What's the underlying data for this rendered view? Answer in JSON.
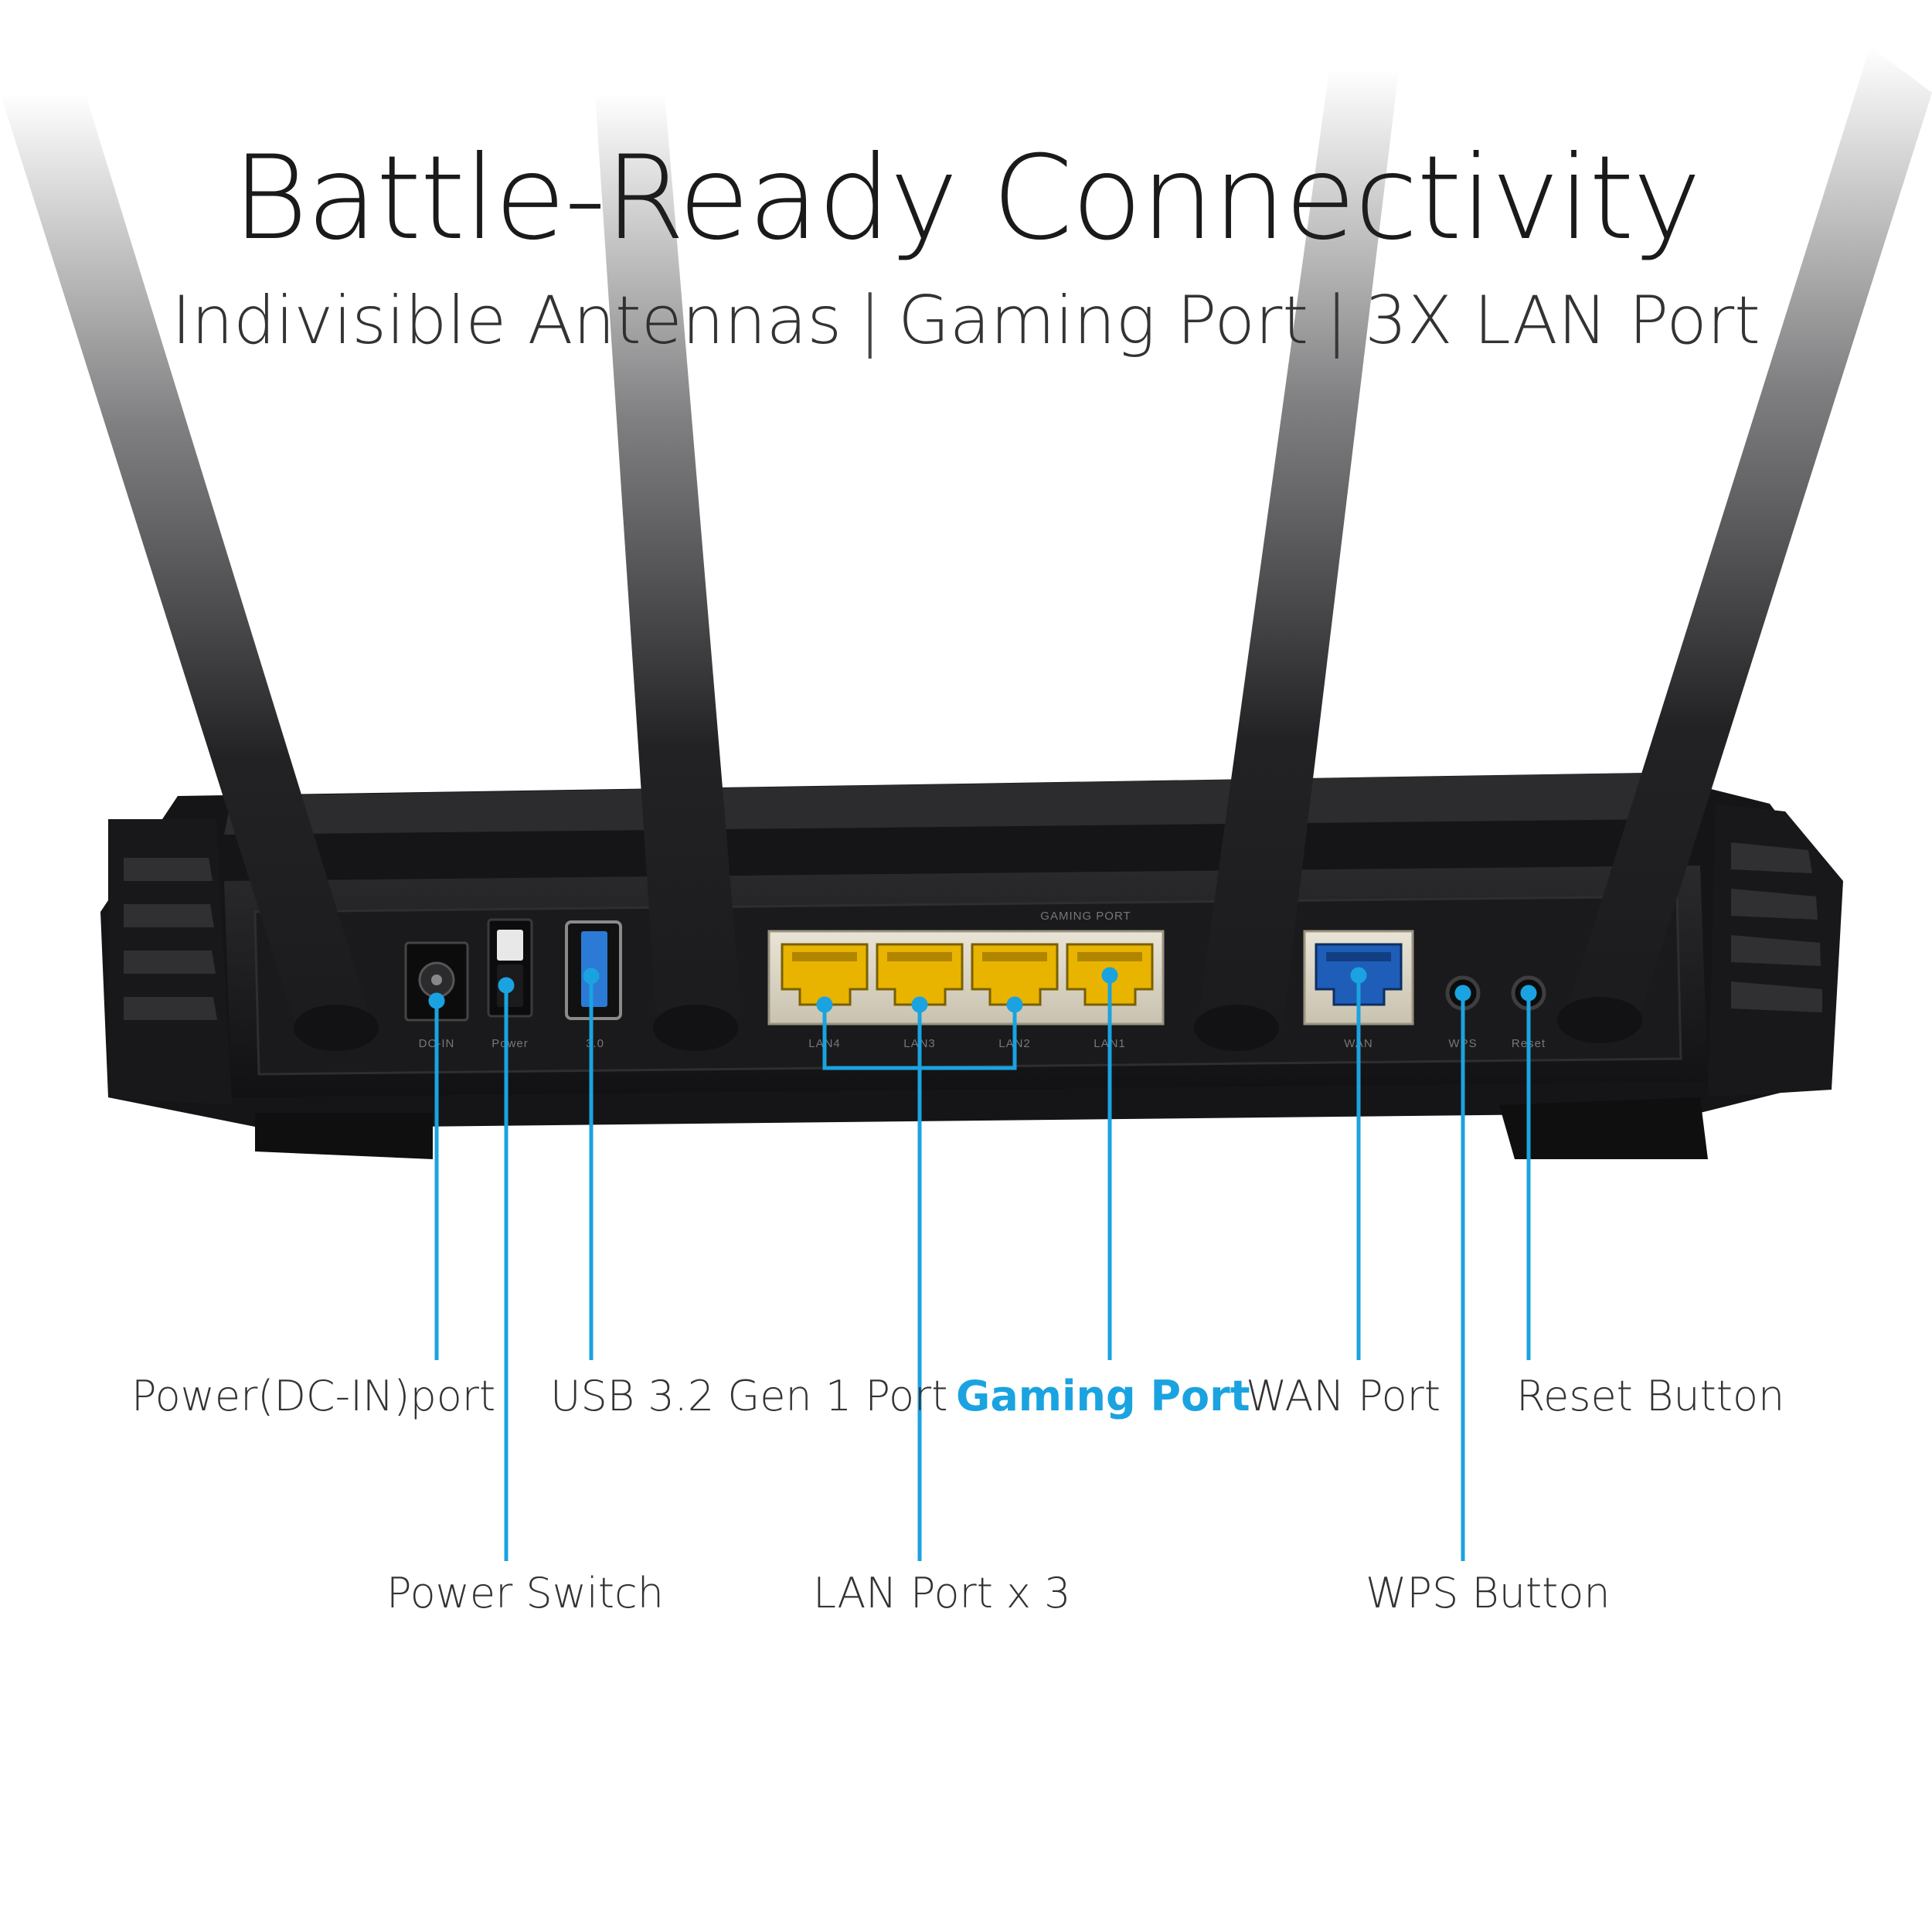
{
  "header": {
    "title": "Battle-Ready Connectivity",
    "features": [
      "Indivisible Antennas",
      "Gaming Port",
      "3X LAN Port"
    ],
    "separator": "|"
  },
  "router": {
    "panel_labels": {
      "dcin": "DC-IN",
      "power": "Power",
      "usb": "3.0",
      "gaming_port": "GAMING PORT",
      "lan4": "LAN4",
      "lan3": "LAN3",
      "lan2": "LAN2",
      "lan1": "LAN1",
      "wan": "WAN",
      "wps": "WPS",
      "reset": "Reset"
    }
  },
  "callouts": {
    "power_dcin_port": "Power(DC-IN)port",
    "usb_port": "USB 3.2 Gen 1 Port",
    "gaming_port": "Gaming Port",
    "wan_port": "WAN Port",
    "reset_button": "Reset Button",
    "power_switch": "Power Switch",
    "lan_ports": "LAN Port x 3",
    "wps_button": "WPS Button"
  },
  "colors": {
    "accent": "#1aa3e0",
    "lan_port": "#e8b400",
    "wan_port": "#1e5eb8",
    "usb_port": "#2b7ad6",
    "body": "#1c1c1e"
  }
}
